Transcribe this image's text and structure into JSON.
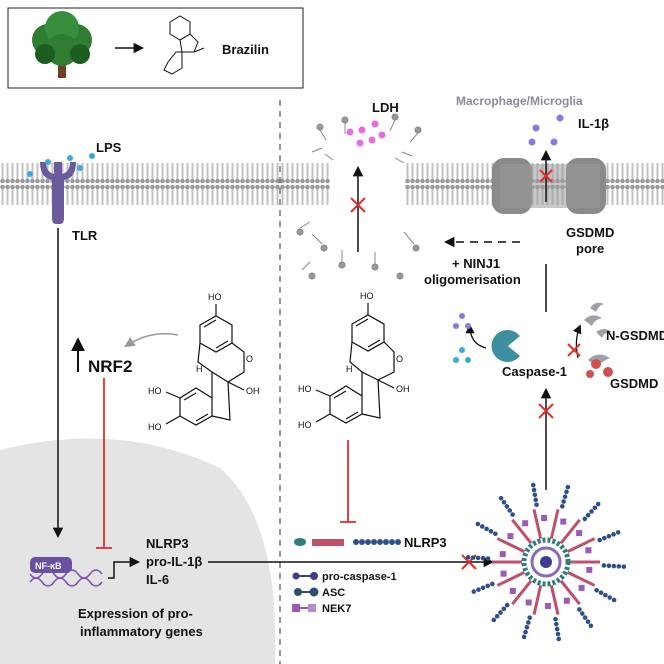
{
  "header": {
    "compound_name": "Brazilin",
    "cell_type": "Macrophage/Microglia"
  },
  "membrane": {
    "ligand": "LPS",
    "receptor": "TLR",
    "released_left": "LDH",
    "released_right": "IL-1β",
    "pore_label_line1": "GSDMD",
    "pore_label_line2": "pore",
    "ninj1_line1": "+ NINJ1",
    "ninj1_line2": "oligomerisation"
  },
  "pathway": {
    "nrf2": "NRF2",
    "caspase": "Caspase-1",
    "n_gsdmd": "N-GSDMD",
    "gsdmd": "GSDMD",
    "nfkb": "NF-κB",
    "genes": [
      "NLRP3",
      "pro-IL-1β",
      "IL-6"
    ],
    "expression_line1": "Expression of pro-",
    "expression_line2": "inflammatory genes",
    "nlrp3": "NLRP3"
  },
  "structure_labels": {
    "ho": "HO",
    "oh": "OH",
    "h": "H",
    "o": "O"
  },
  "legend": {
    "items": [
      {
        "label": "pro-caspase-1",
        "icon": "procaspase-icon"
      },
      {
        "label": "ASC",
        "icon": "asc-icon"
      },
      {
        "label": "NEK7",
        "icon": "nek7-icon"
      }
    ]
  },
  "colors": {
    "membrane": "#9a9a9a",
    "pore": "#8a8a8a",
    "receptor": "#6b5a9c",
    "lps": "#3aa9e0",
    "ldh": "#e86be0",
    "il1b": "#8a7ae0",
    "inhibit": "#e03030",
    "caspase": "#3d8fa0",
    "nucleus": "#e4e4e4",
    "nlrp3_bar": "#c0506a",
    "asc": "#2e4f6e"
  }
}
